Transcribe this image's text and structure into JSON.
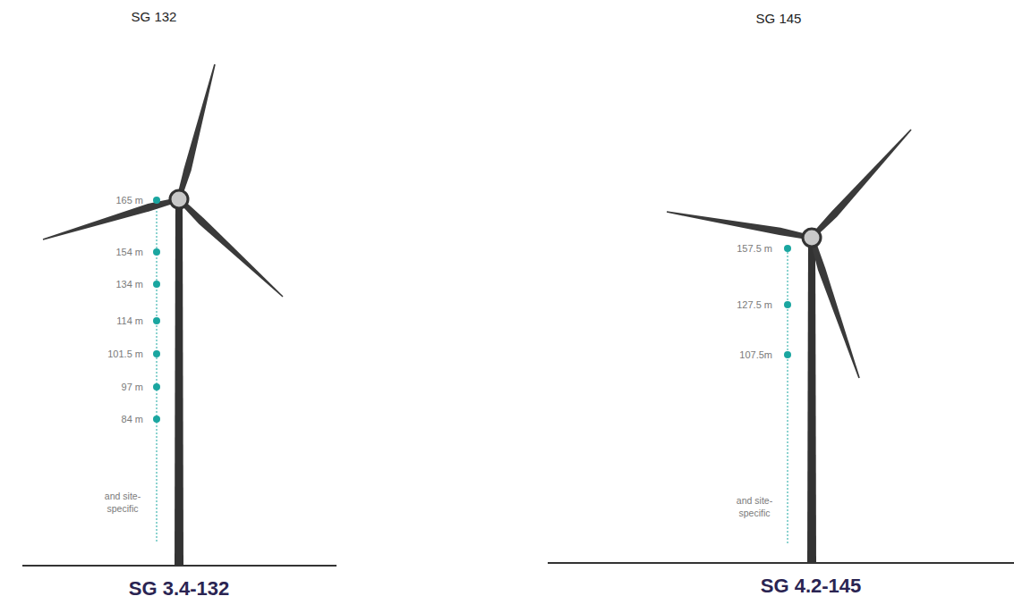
{
  "diagram": {
    "labels": [
      "SG 132",
      "SG 145",
      "165 m",
      "154 m",
      "134 m",
      "114 m",
      "101.5 m",
      "97 m",
      "84 m",
      "and site-specific",
      "SG 3.4-132",
      "157.5 m",
      "127.5 m",
      "107.5m",
      "and site-specific",
      "SG 4.2-145"
    ]
  }
}
